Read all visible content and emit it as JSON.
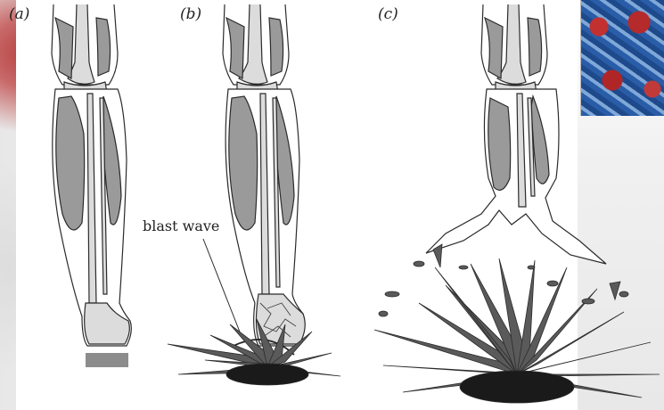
{
  "panels": [
    {
      "id": "a",
      "label": "(a)"
    },
    {
      "id": "b",
      "label": "(b)"
    },
    {
      "id": "c",
      "label": "(c)"
    }
  ],
  "annotation": {
    "text": "blast wave"
  },
  "colors": {
    "outline": "#2b2b2b",
    "muscle": "#9a9a9a",
    "bone": "#dcdcdc",
    "shard": "#5a5a5a",
    "crater": "#1a1a1a",
    "block": "#8c8c8c",
    "inset_blue": "#2a5da8",
    "inset_red": "#c23030"
  }
}
